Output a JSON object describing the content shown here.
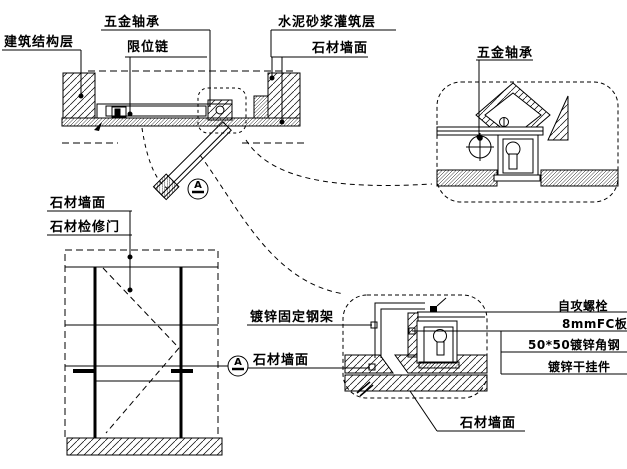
{
  "drawing": {
    "type": "architectural-detail",
    "subject": "stone wall access door node detail",
    "background_color": "#ffffff",
    "line_color": "#000000"
  },
  "labels": {
    "building_structure_layer": "建筑结构层",
    "hardware_bearing": "五金轴承",
    "limit_chain": "限位链",
    "cement_mortar_grouting_layer": "水泥砂浆灌筑层",
    "stone_wall_surface": "石材墙面",
    "stone_access_door": "石材检修门",
    "galvanized_fixed_steel_frame": "镀锌固定钢架",
    "self_tapping_bolt": "自攻螺栓",
    "fc_board_8mm": "8mmFC板",
    "galvanized_angle_steel_50x50": "50*50镀锌角钢",
    "galvanized_dry_hanger": "镀锌干挂件",
    "section_marker": "A"
  }
}
